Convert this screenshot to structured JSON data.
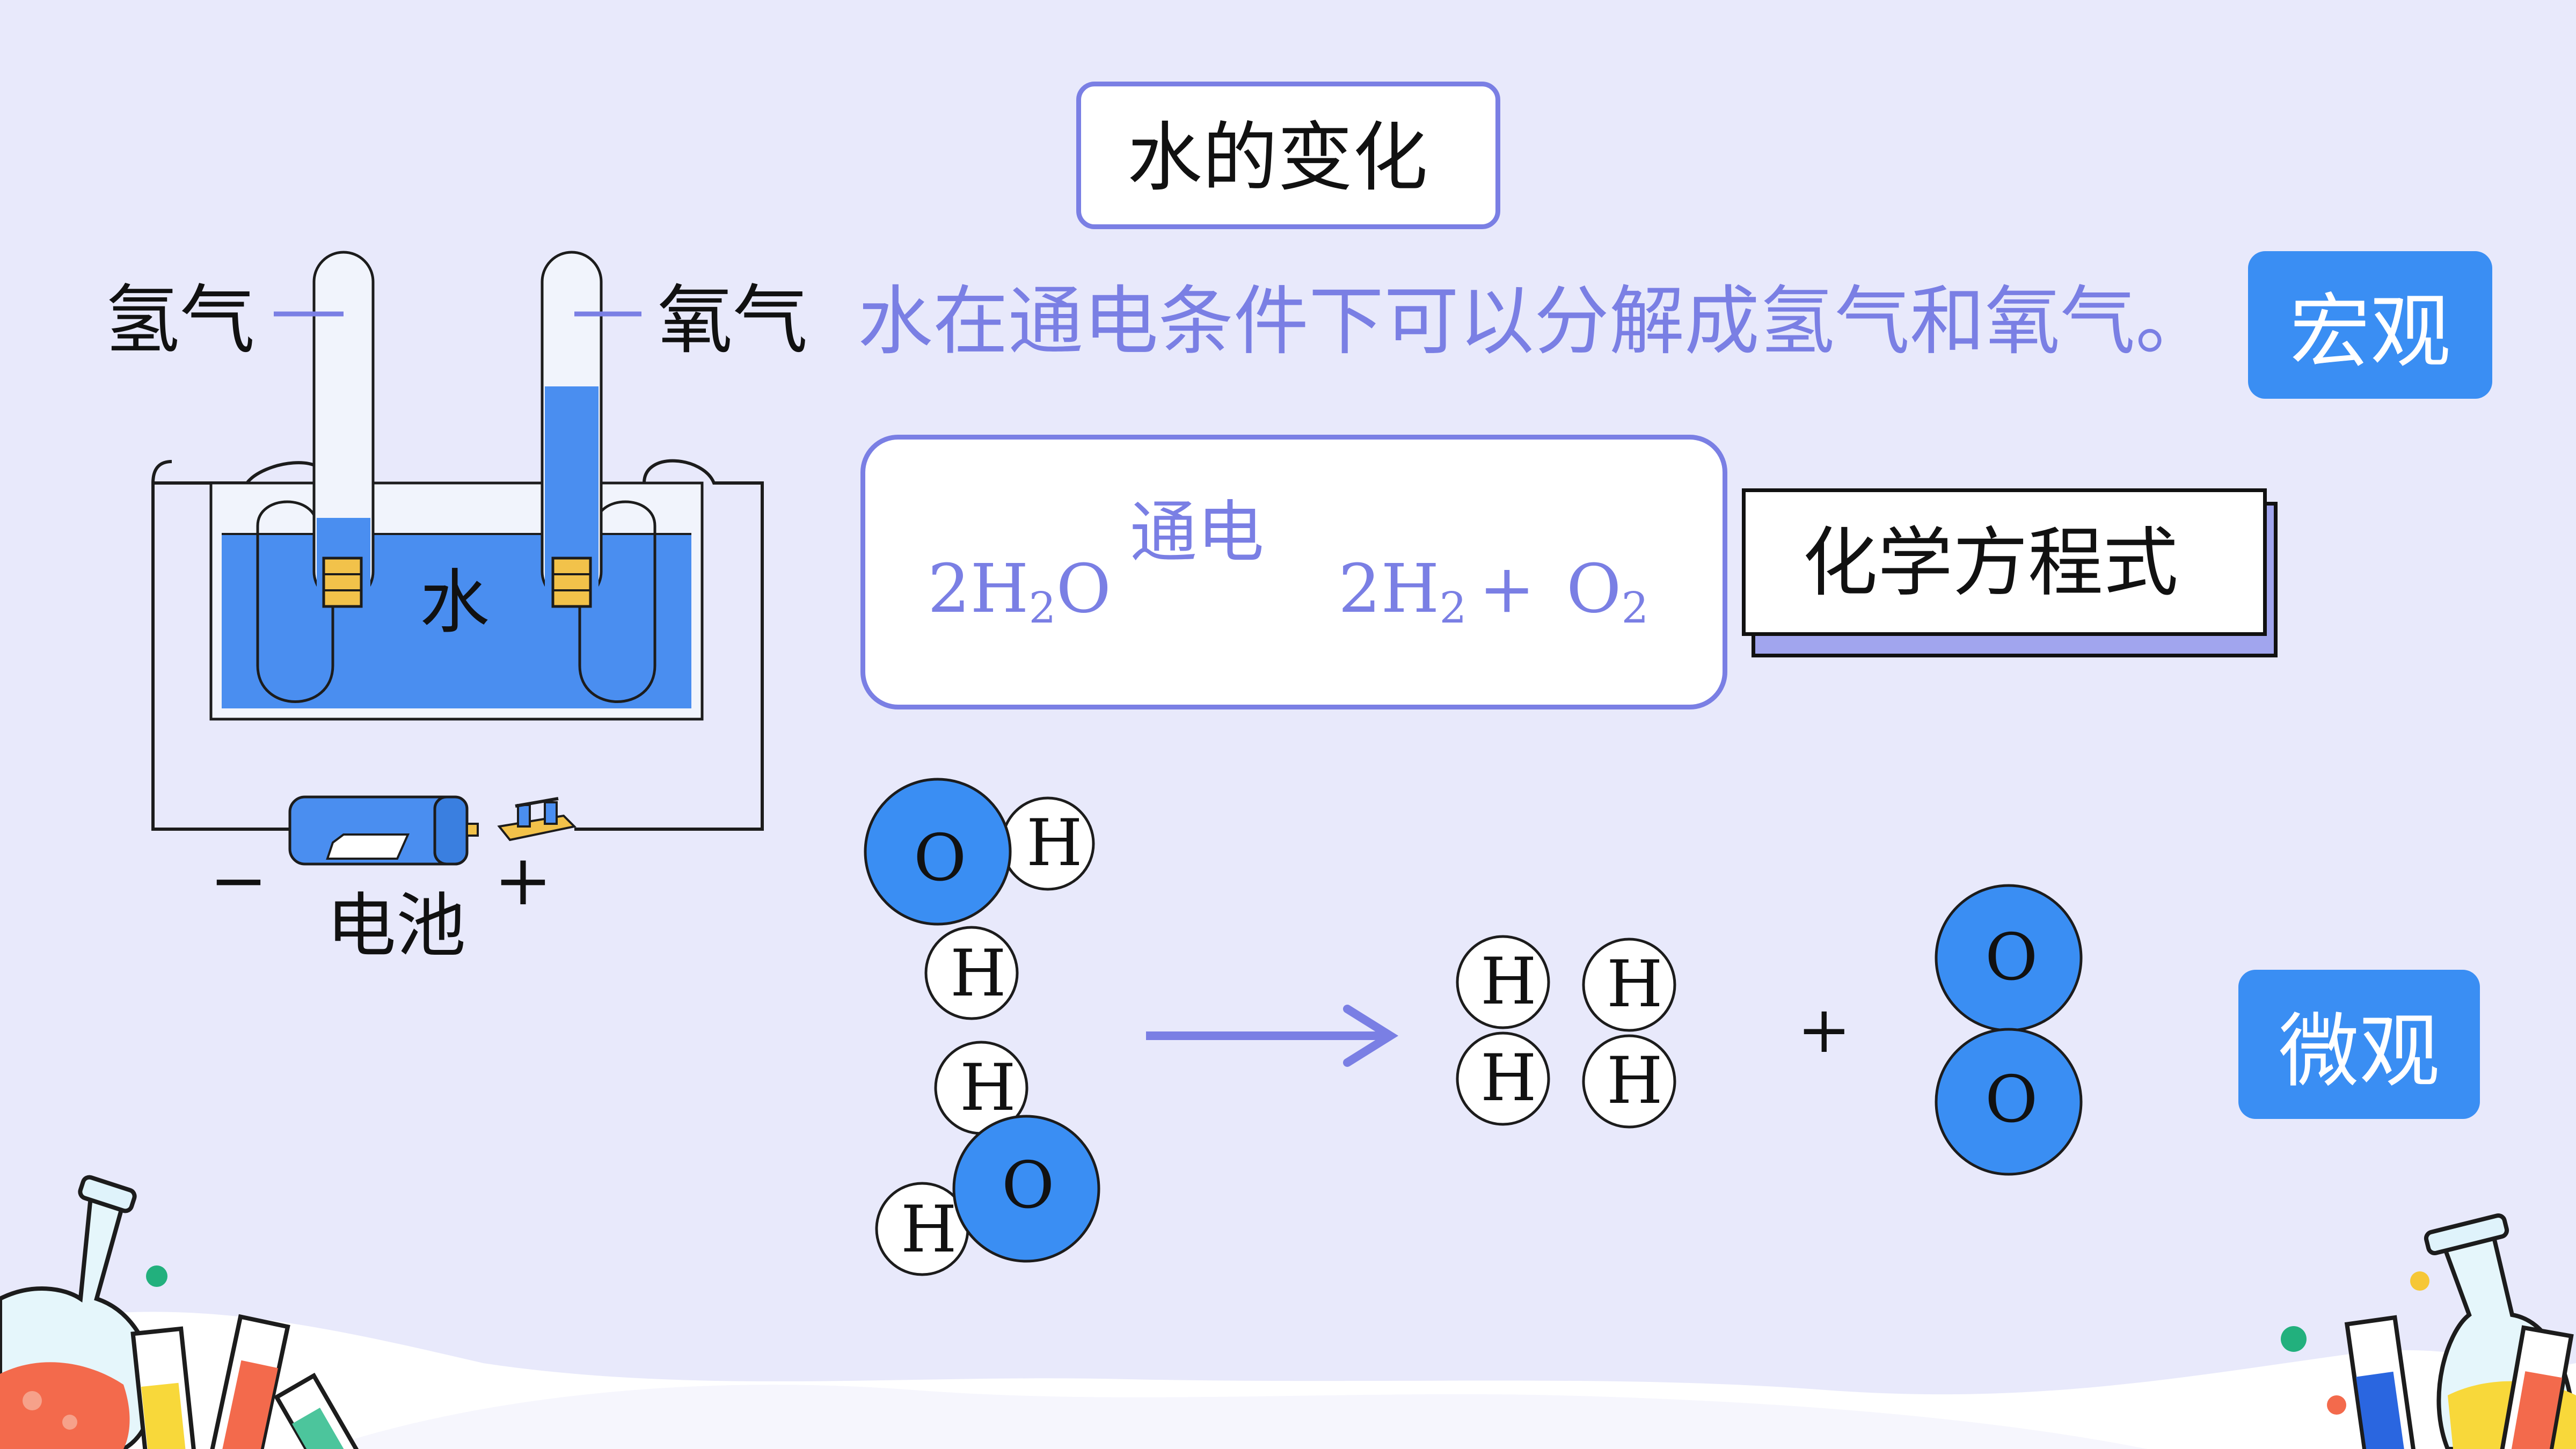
{
  "title": "水的变化",
  "apparatus": {
    "hydrogen_label": "氢气",
    "oxygen_label": "氧气",
    "water_label": "水",
    "battery_label": "电池",
    "negative_sign": "−",
    "positive_sign": "+"
  },
  "macro": {
    "description": "水在通电条件下可以分解成氢气和氧气。",
    "badge": "宏观"
  },
  "equation": {
    "reactant_coef": "2H",
    "reactant_sub": "2",
    "reactant_tail": "O",
    "condition": "通电",
    "product1_coef": "2H",
    "product1_sub": "2",
    "plus": "+",
    "product2": "O",
    "product2_sub": "2",
    "label": "化学方程式"
  },
  "micro": {
    "badge": "微观",
    "hydrogen_symbol": "H",
    "oxygen_symbol": "O",
    "plus": "+"
  },
  "colors": {
    "background": "#e8e9fb",
    "accent": "#7a7fe4",
    "blue": "#3a8ef3",
    "water": "#4a8ef0",
    "gold": "#f2c24a"
  }
}
